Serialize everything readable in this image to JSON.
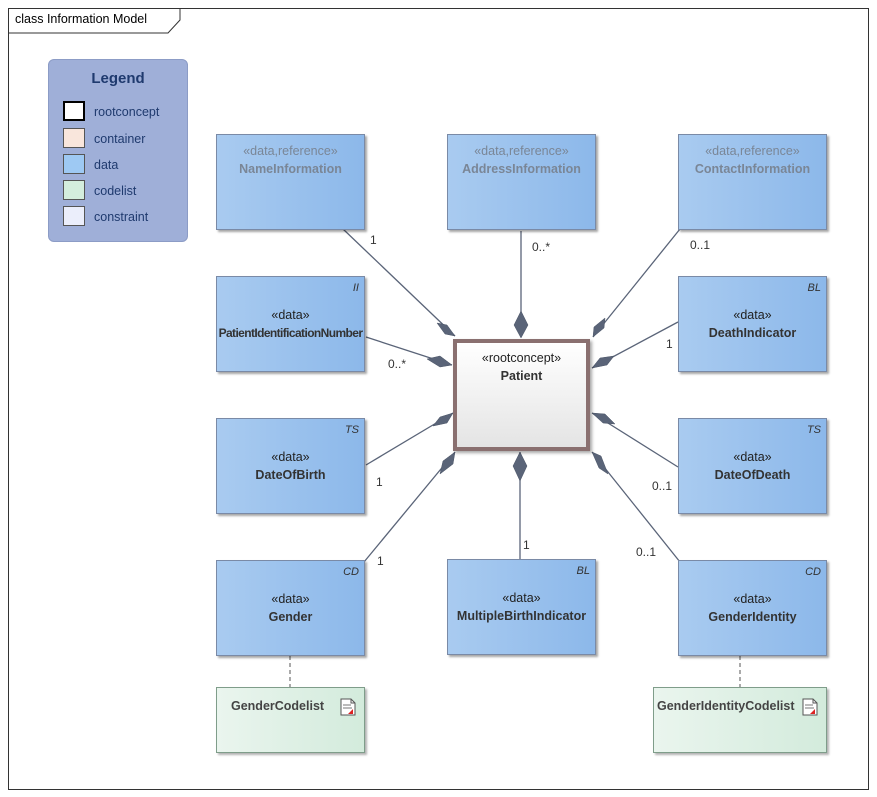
{
  "frame": {
    "title": "class Information Model"
  },
  "legend": {
    "title": "Legend",
    "items": [
      {
        "label": "rootconcept",
        "color": "#ffffff",
        "border": "#000000"
      },
      {
        "label": "container",
        "color": "#f9e6dc",
        "border": "#555555"
      },
      {
        "label": "data",
        "color": "#9ec9f3",
        "border": "#555555"
      },
      {
        "label": "codelist",
        "color": "#d4eedd",
        "border": "#555555"
      },
      {
        "label": "constraint",
        "color": "#ebeefb",
        "border": "#555555"
      }
    ]
  },
  "root": {
    "stereotype": "«rootconcept»",
    "name": "Patient"
  },
  "nodes": {
    "name_information": {
      "stereotype": "«data,reference»",
      "name": "NameInformation",
      "multiplicity": "1"
    },
    "address_information": {
      "stereotype": "«data,reference»",
      "name": "AddressInformation",
      "multiplicity": "0..*"
    },
    "contact_information": {
      "stereotype": "«data,reference»",
      "name": "ContactInformation",
      "multiplicity": "0..1"
    },
    "patient_identification_number": {
      "stereotype": "«data»",
      "name": "PatientIdentificationNumber",
      "datatype": "II",
      "multiplicity": "0..*"
    },
    "death_indicator": {
      "stereotype": "«data»",
      "name": "DeathIndicator",
      "datatype": "BL",
      "multiplicity": "1"
    },
    "date_of_birth": {
      "stereotype": "«data»",
      "name": "DateOfBirth",
      "datatype": "TS",
      "multiplicity": "1"
    },
    "date_of_death": {
      "stereotype": "«data»",
      "name": "DateOfDeath",
      "datatype": "TS",
      "multiplicity": "0..1"
    },
    "gender": {
      "stereotype": "«data»",
      "name": "Gender",
      "datatype": "CD",
      "multiplicity": "1"
    },
    "multiple_birth_indicator": {
      "stereotype": "«data»",
      "name": "MultipleBirthIndicator",
      "datatype": "BL",
      "multiplicity": "1"
    },
    "gender_identity": {
      "stereotype": "«data»",
      "name": "GenderIdentity",
      "datatype": "CD",
      "multiplicity": "0..1"
    }
  },
  "codelists": {
    "gender_codelist": {
      "name": "GenderCodelist"
    },
    "gender_identity_codelist": {
      "name": "GenderIdentityCodelist"
    }
  },
  "colors": {
    "data_fill": "#9ec9f3",
    "codelist_fill": "#d4eedd",
    "link": "#5a6478",
    "diamond": "#5a6478"
  }
}
